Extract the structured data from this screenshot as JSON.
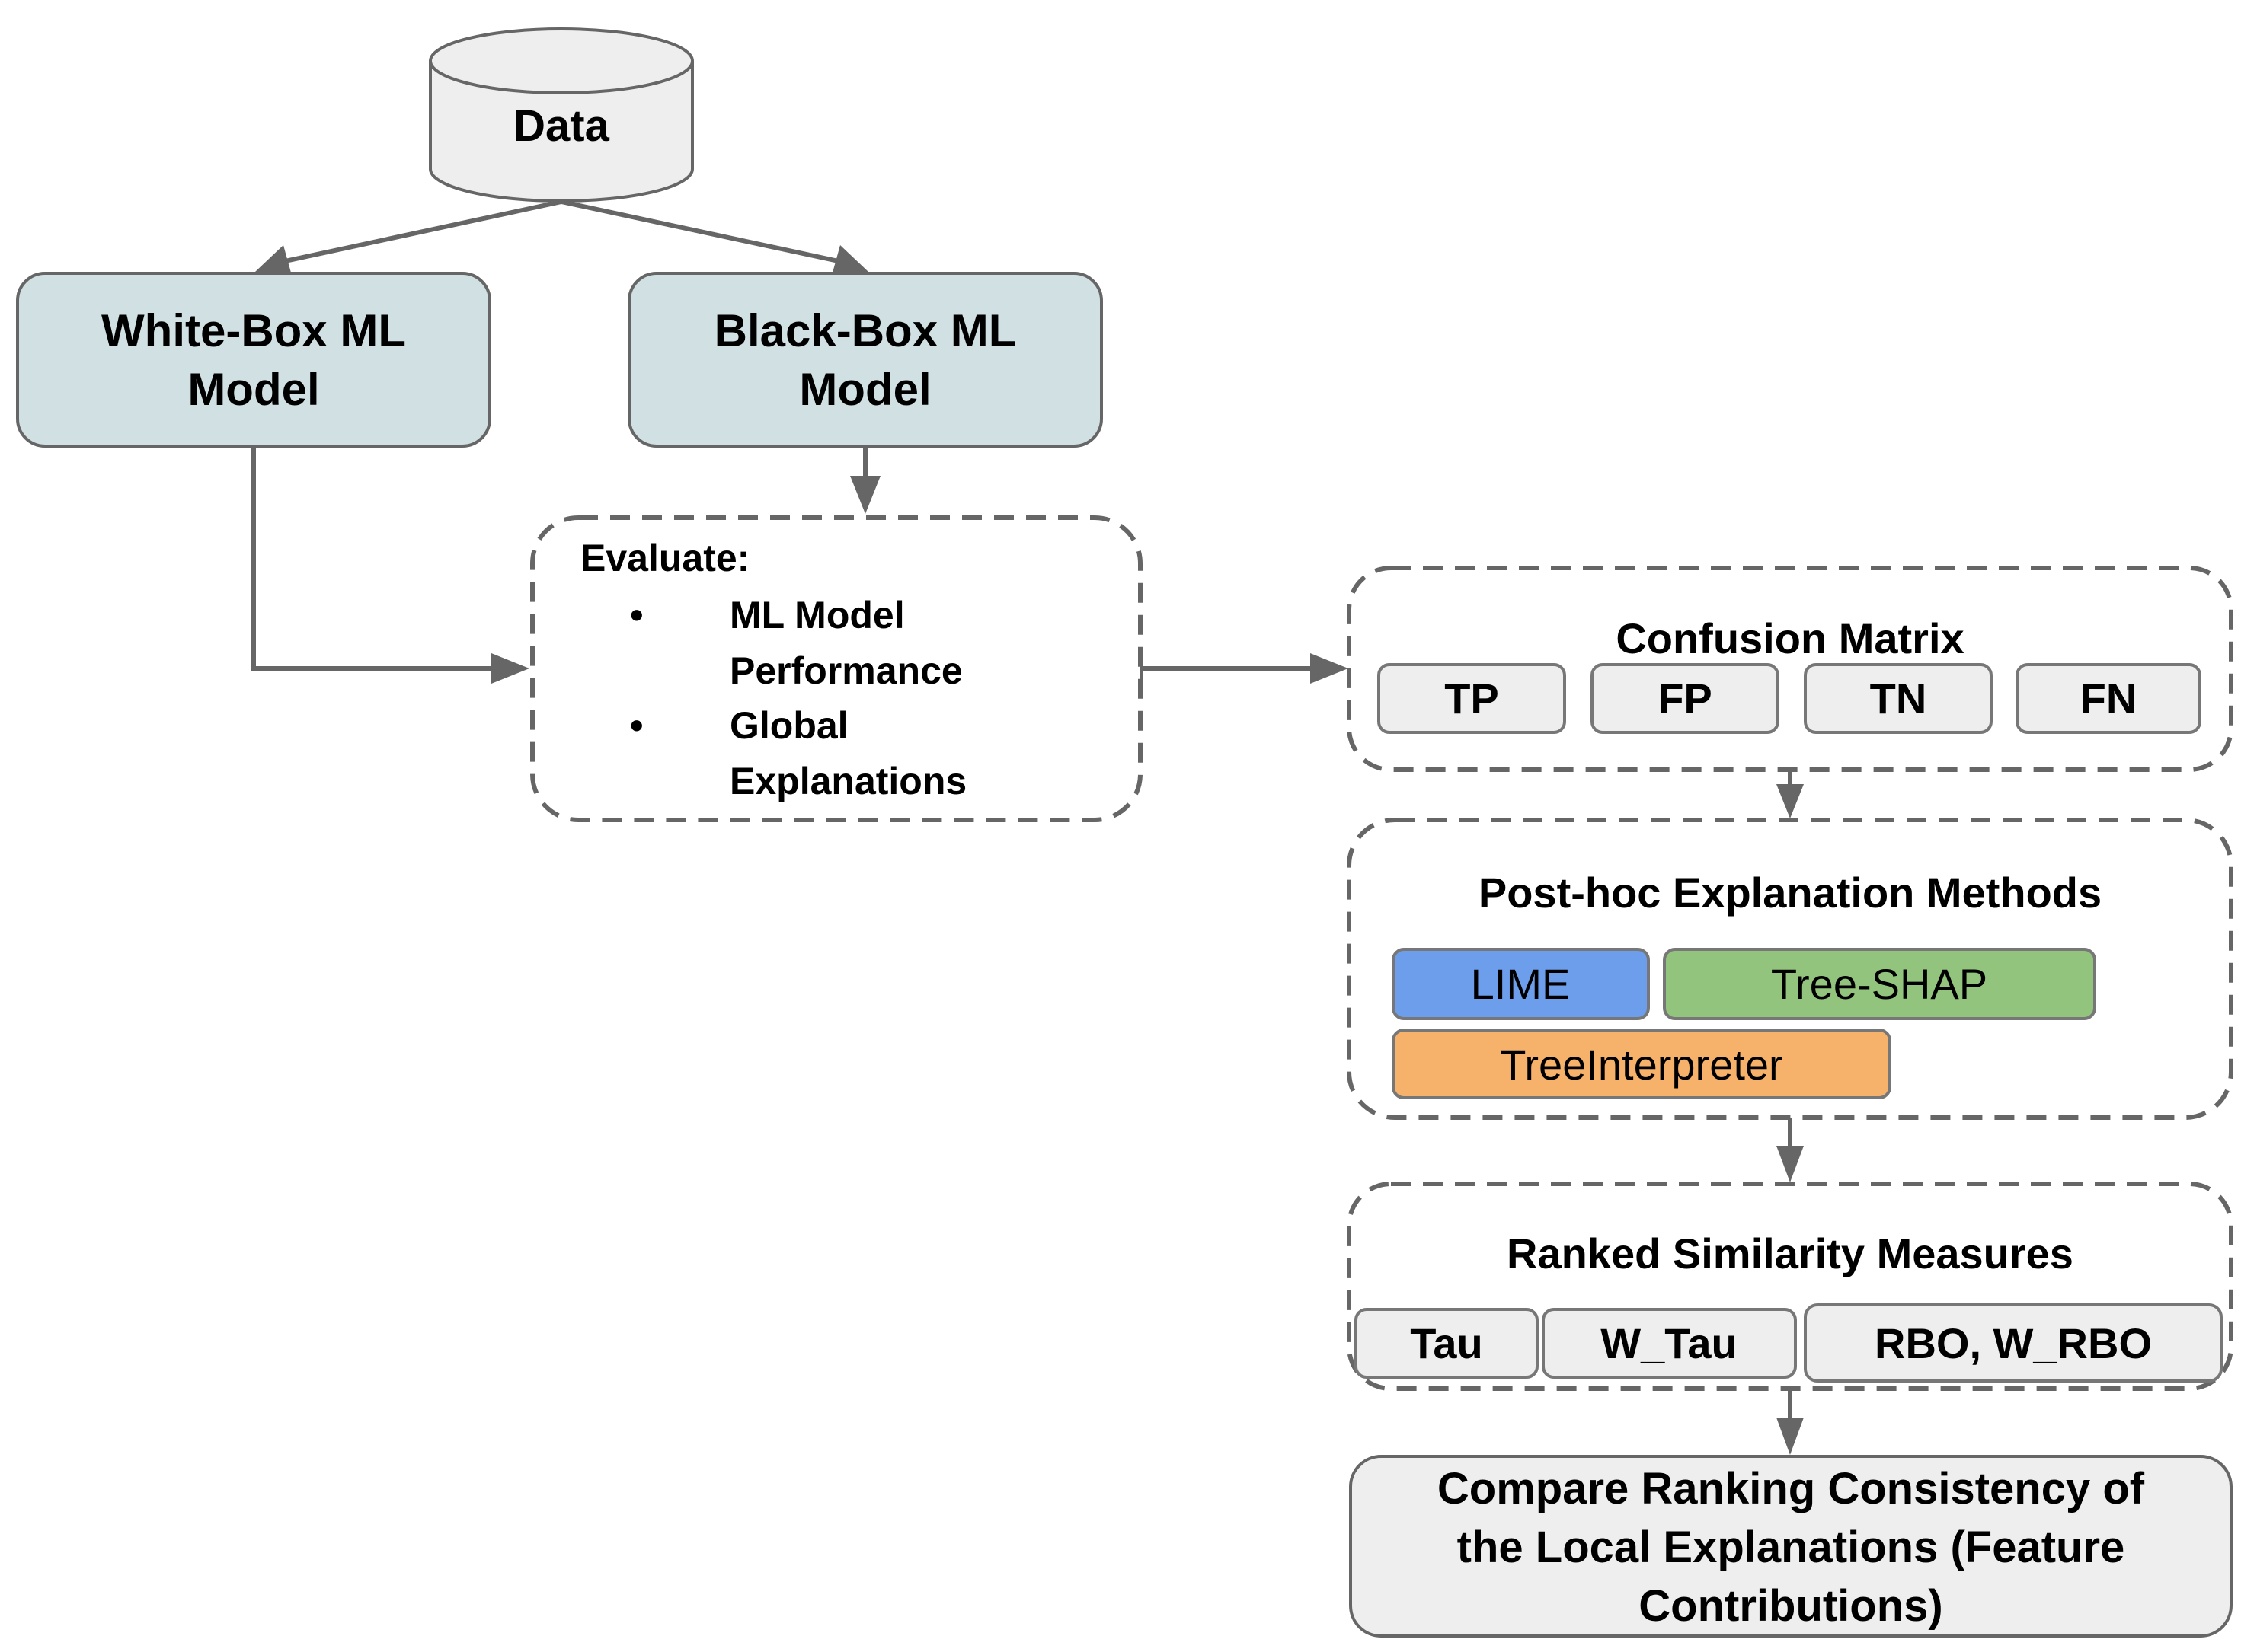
{
  "diagram": {
    "colors": {
      "model_fill": "#d0e0e3",
      "neutral_fill": "#eeeeee",
      "lime": "#6d9eeb",
      "tree_shap": "#93c47d",
      "tree_interpreter": "#f6b26b",
      "edge": "#666666"
    },
    "data_node": {
      "label": "Data",
      "icon": "database-cylinder-icon"
    },
    "white_box": {
      "line1": "White-Box ML",
      "line2": "Model"
    },
    "black_box": {
      "line1": "Black-Box ML",
      "line2": "Model"
    },
    "evaluate": {
      "title": "Evaluate:",
      "bullet": "•",
      "items": [
        {
          "line1": "ML Model",
          "line2": "Performance"
        },
        {
          "line1": "Global",
          "line2": "Explanations"
        }
      ]
    },
    "confusion_matrix": {
      "title": "Confusion Matrix",
      "cells": [
        "TP",
        "FP",
        "TN",
        "FN"
      ]
    },
    "post_hoc": {
      "title": "Post-hoc Explanation Methods",
      "methods": [
        "LIME",
        "Tree-SHAP",
        "TreeInterpreter"
      ]
    },
    "ranked_similarity": {
      "title": "Ranked Similarity Measures",
      "measures": [
        "Tau",
        "W_Tau",
        "RBO, W_RBO"
      ]
    },
    "compare": {
      "line1": "Compare Ranking Consistency of",
      "line2": "the Local Explanations (Feature",
      "line3": "Contributions)"
    },
    "edges": [
      {
        "from": "Data",
        "to": "White-Box ML Model"
      },
      {
        "from": "Data",
        "to": "Black-Box ML Model"
      },
      {
        "from": "Black-Box ML Model",
        "to": "Evaluate"
      },
      {
        "from": "White-Box ML Model",
        "to": "Evaluate"
      },
      {
        "from": "Evaluate",
        "to": "Confusion Matrix"
      },
      {
        "from": "Confusion Matrix",
        "to": "Post-hoc Explanation Methods"
      },
      {
        "from": "Post-hoc Explanation Methods",
        "to": "Ranked Similarity Measures"
      },
      {
        "from": "Ranked Similarity Measures",
        "to": "Compare Ranking Consistency"
      }
    ]
  }
}
